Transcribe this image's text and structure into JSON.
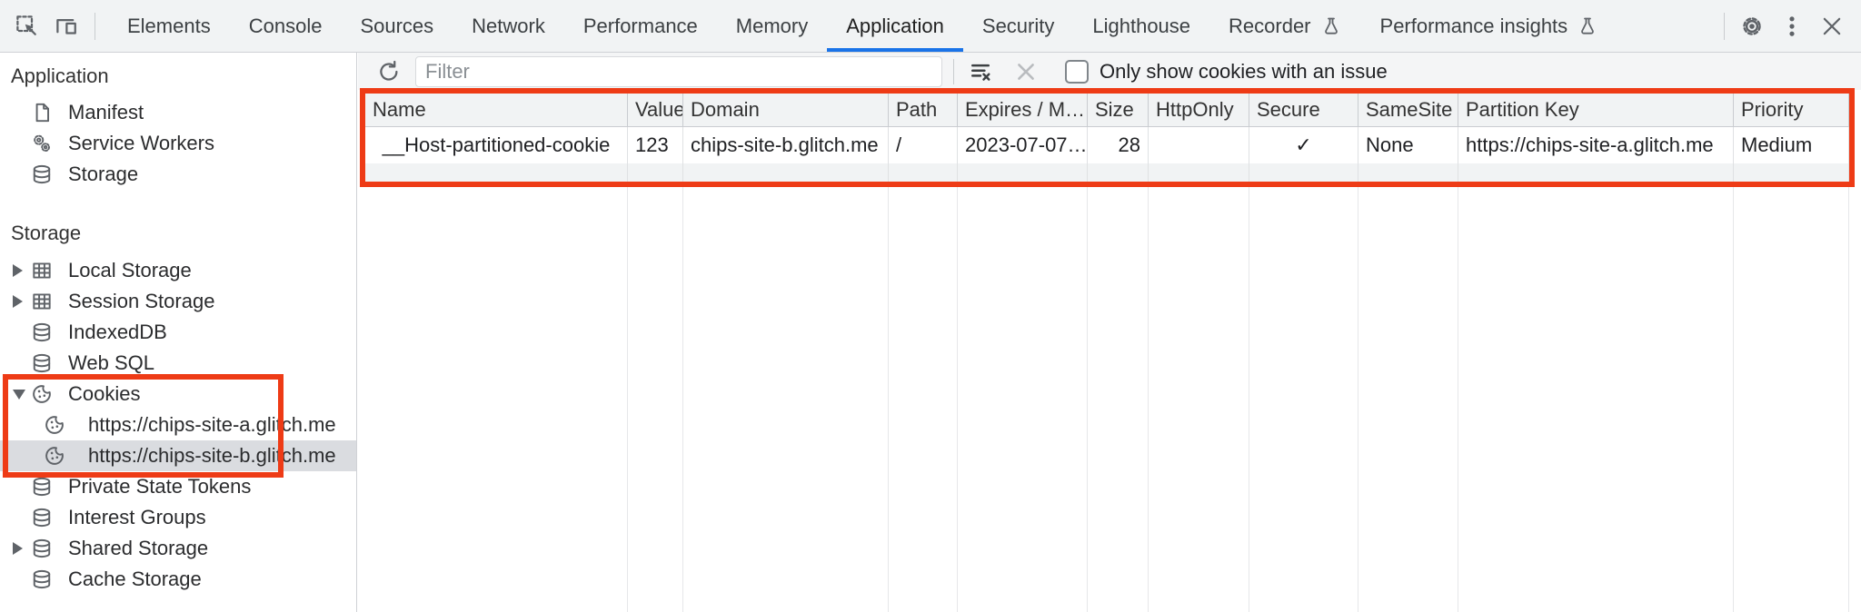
{
  "topbar": {
    "tabs": [
      "Elements",
      "Console",
      "Sources",
      "Network",
      "Performance",
      "Memory",
      "Application",
      "Security",
      "Lighthouse",
      "Recorder",
      "Performance insights"
    ],
    "selected_tab": "Application"
  },
  "sidebar": {
    "app_title": "Application",
    "app_items": [
      "Manifest",
      "Service Workers",
      "Storage"
    ],
    "storage_title": "Storage",
    "storage_items": [
      "Local Storage",
      "Session Storage",
      "IndexedDB",
      "Web SQL",
      "Cookies",
      "https://chips-site-a.glitch.me",
      "https://chips-site-b.glitch.me",
      "Private State Tokens",
      "Interest Groups",
      "Shared Storage",
      "Cache Storage"
    ],
    "selected_item": "https://chips-site-b.glitch.me"
  },
  "filter": {
    "placeholder": "Filter",
    "only_issue_label": "Only show cookies with an issue"
  },
  "table": {
    "columns": [
      "Name",
      "Value",
      "Domain",
      "Path",
      "Expires / M…",
      "Size",
      "HttpOnly",
      "Secure",
      "SameSite",
      "Partition Key",
      "Priority"
    ],
    "row": {
      "name": "__Host-partitioned-cookie",
      "value": "123",
      "domain": "chips-site-b.glitch.me",
      "path": "/",
      "expires": "2023-07-07…",
      "size": "28",
      "http_only": "",
      "secure": "✓",
      "same_site": "None",
      "partition_key": "https://chips-site-a.glitch.me",
      "priority": "Medium"
    }
  },
  "colors": {
    "accent_blue": "#1a73e8",
    "annotation_red": "#ee3b16",
    "selection_gray": "#dadce0",
    "toolbar_gray": "#f1f3f4",
    "icon_gray": "#5f6368"
  }
}
